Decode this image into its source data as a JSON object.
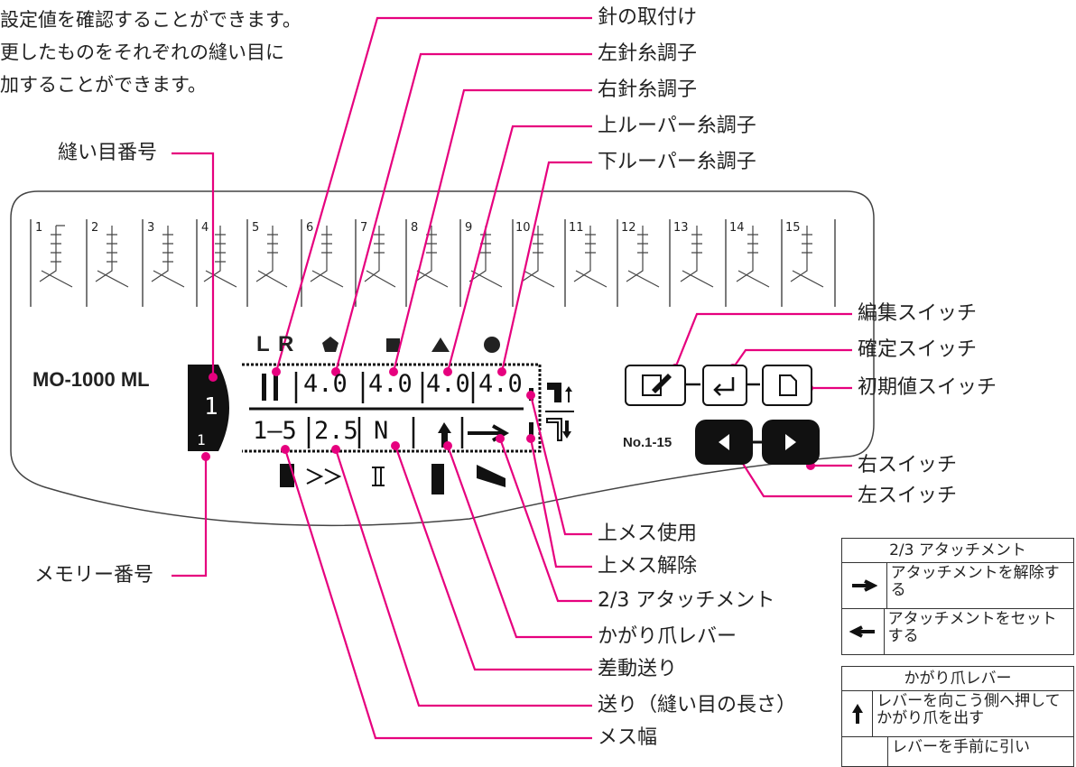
{
  "intro": {
    "line1": "設定値を確認することができます。",
    "line2": "更したものをそれぞれの縫い目に",
    "line3": "加することができます。"
  },
  "panel": {
    "model": "MO-1000 ML",
    "stitch_numbers": [
      "1",
      "2",
      "3",
      "4",
      "5",
      "6",
      "7",
      "8",
      "9",
      "10",
      "11",
      "12",
      "13",
      "14",
      "15"
    ],
    "symbols": {
      "l": "L",
      "r": "R"
    },
    "memory_big": "1",
    "memory_small": "1",
    "lcd_top": [
      "4.0",
      "4.0",
      "4.0",
      "4.0"
    ],
    "lcd_bottom": [
      "1–5",
      "2.5",
      "N"
    ],
    "nav_label": "No.1-15"
  },
  "callouts": {
    "needle_install": "針の取付け",
    "left_needle_tension": "左針糸調子",
    "right_needle_tension": "右針糸調子",
    "upper_looper_tension": "上ルーパー糸調子",
    "lower_looper_tension": "下ルーパー糸調子",
    "stitch_number": "縫い目番号",
    "edit_switch": "編集スイッチ",
    "confirm_switch": "確定スイッチ",
    "default_switch": "初期値スイッチ",
    "right_switch": "右スイッチ",
    "left_switch": "左スイッチ",
    "upper_knife_use": "上メス使用",
    "upper_knife_release": "上メス解除",
    "attachment_23": "2/3 アタッチメント",
    "stitch_finger_lever": "かがり爪レバー",
    "differential_feed": "差動送り",
    "stitch_length": "送り（縫い目の長さ）",
    "cutting_width": "メス幅",
    "memory_number": "メモリー番号"
  },
  "legend_attachment": {
    "title": "2/3 アタッチメント",
    "row1": "アタッチメントを解除する",
    "row2": "アタッチメントをセットする"
  },
  "legend_lever": {
    "title": "かがり爪レバー",
    "row1": "レバーを向こう側へ押してかがり爪を出す",
    "row2": "レバーを手前に引い"
  },
  "colors": {
    "accent": "#e6007e",
    "dark": "#111111"
  }
}
